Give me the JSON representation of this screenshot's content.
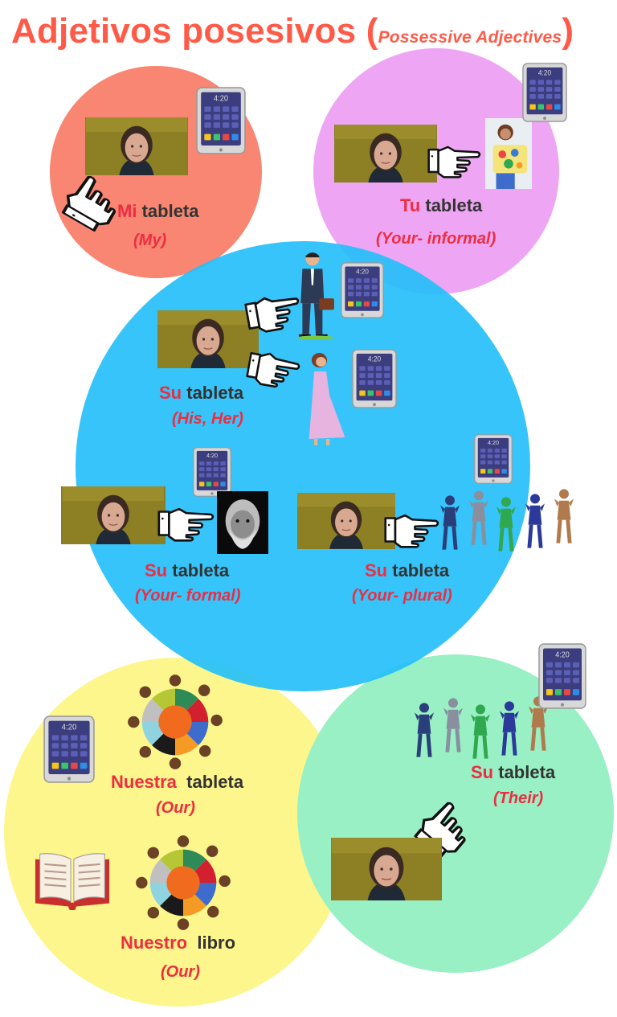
{
  "title": {
    "main": "Adjetivos posesivos",
    "open_paren": "(",
    "subtitle": "Possessive Adjectives",
    "close_paren": ")"
  },
  "tablet_time": "4:20",
  "colors": {
    "title": "#ff5a47",
    "adjective": "#ee2d41",
    "circle_mi": "#f88672",
    "circle_tu": "#eea6f4",
    "circle_su": "#25bffa",
    "circle_nuestro": "#fdf68d",
    "circle_their": "#98f0c4"
  },
  "groups": {
    "mi": {
      "adjective": "Mi",
      "noun": "tableta",
      "translation": "(My)"
    },
    "tu": {
      "adjective": "Tu",
      "noun": "tableta",
      "translation": "(Your- informal)"
    },
    "su_his_her": {
      "adjective": "Su",
      "noun": "tableta",
      "translation": "(His, Her)"
    },
    "su_formal": {
      "adjective": "Su",
      "noun": "tableta",
      "translation": "(Your- formal)"
    },
    "su_plural": {
      "adjective": "Su",
      "noun": "tableta",
      "translation": "(Your- plural)"
    },
    "nuestra": {
      "adjective": "Nuestra",
      "noun": "tableta",
      "translation": "(Our)"
    },
    "nuestro": {
      "adjective": "Nuestro",
      "noun": "libro",
      "translation": "(Our)"
    },
    "su_their": {
      "adjective": "Su",
      "noun": "tableta",
      "translation": "(Their)"
    }
  },
  "icons": {
    "tablet": "tablet-icon",
    "pointing_hand": "pointing-hand-icon",
    "speaker_photo": "woman-photo",
    "book": "book-icon",
    "group": "people-circle-icon",
    "crowd": "jumping-people-icon"
  }
}
